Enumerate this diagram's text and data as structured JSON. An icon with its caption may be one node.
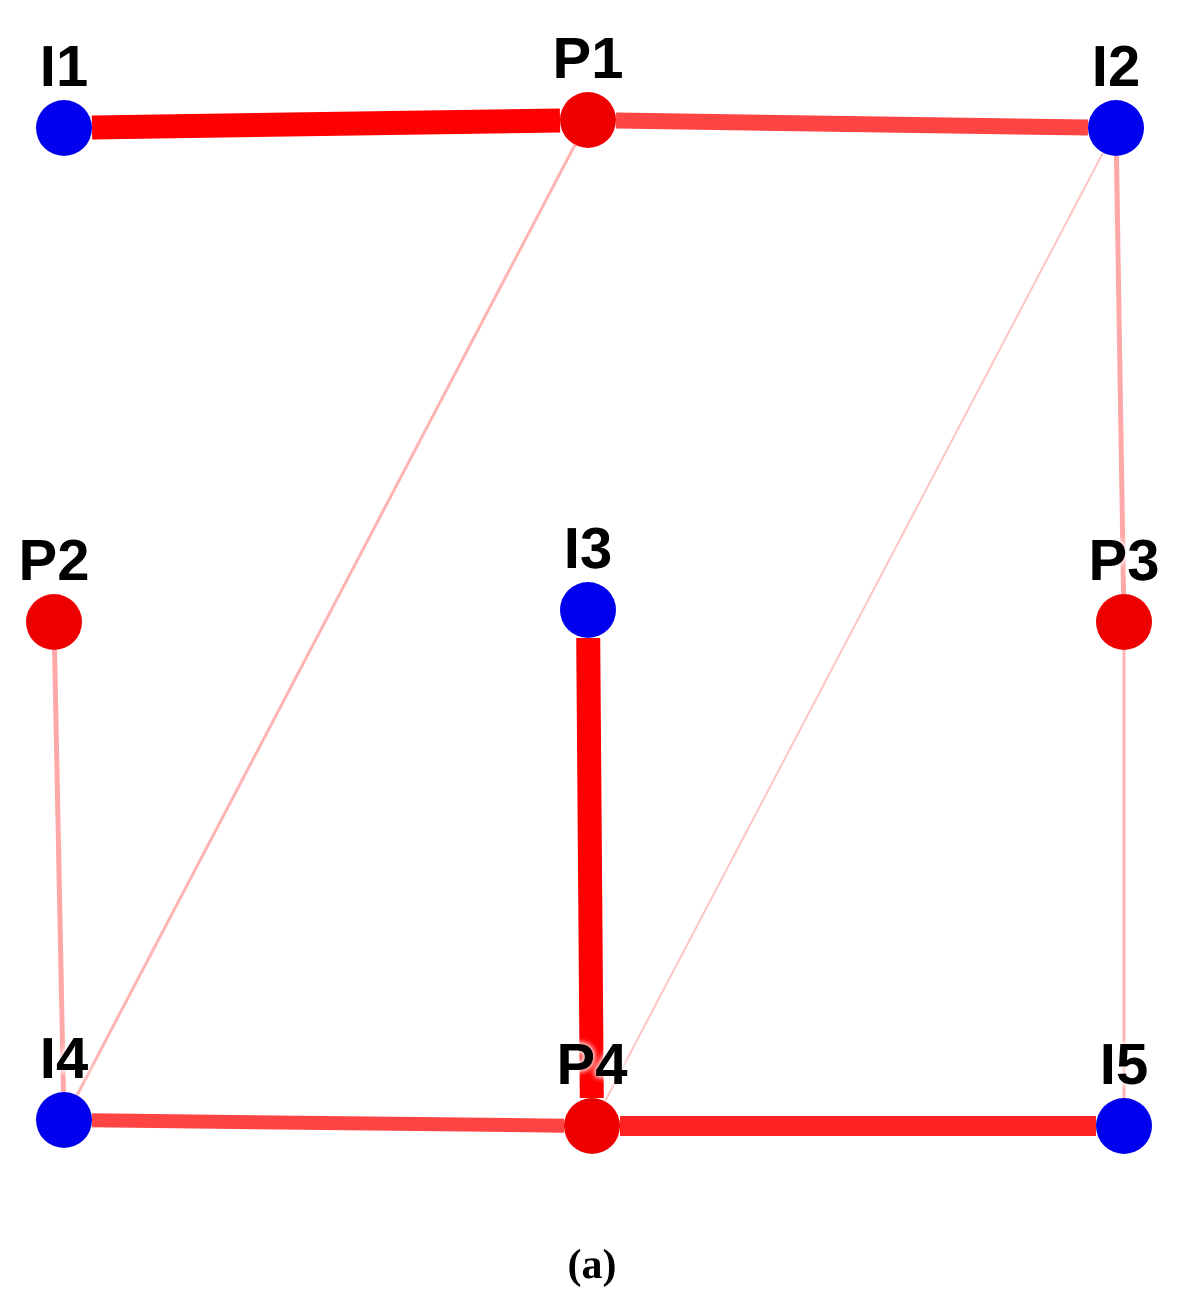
{
  "diagram": {
    "caption": "(a)",
    "nodes": [
      {
        "text": [
          "I1"
        ]
      },
      {
        "text": [
          "P1"
        ]
      },
      {
        "text": [
          "I2"
        ]
      },
      {
        "text": [
          "P2"
        ]
      },
      {
        "text": [
          "I3"
        ]
      },
      {
        "text": [
          "P3"
        ]
      },
      {
        "text": [
          "I4"
        ]
      },
      {
        "text": [
          "P4"
        ]
      },
      {
        "text": [
          "I5"
        ]
      }
    ],
    "edges": [
      {
        "from": 0,
        "to": 1,
        "arrow": "none",
        "style": "thick",
        "color": "#ff0000"
      },
      {
        "from": 1,
        "to": 2,
        "arrow": "none",
        "style": "thick",
        "color": "#ff4444"
      },
      {
        "from": 1,
        "to": 6,
        "arrow": "none",
        "color": "#ffb4b4"
      },
      {
        "from": 2,
        "to": 7,
        "arrow": "none",
        "color": "#ffc4c4"
      },
      {
        "from": 2,
        "to": 5,
        "arrow": "none",
        "color": "#ffa8a8"
      },
      {
        "from": 3,
        "to": 6,
        "arrow": "none",
        "color": "#ffa8a8"
      },
      {
        "from": 5,
        "to": 8,
        "arrow": "none",
        "color": "#ffb4b4"
      },
      {
        "from": 4,
        "to": 7,
        "arrow": "none",
        "style": "thick",
        "color": "#ff0000"
      },
      {
        "from": 6,
        "to": 7,
        "arrow": "none",
        "style": "thick",
        "color": "#ff4444"
      },
      {
        "from": 7,
        "to": 8,
        "arrow": "none",
        "style": "thick",
        "color": "#ff2222"
      }
    ]
  }
}
